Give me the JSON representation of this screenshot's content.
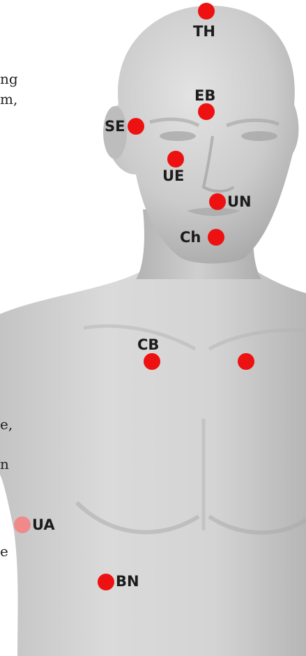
{
  "colors": {
    "point": "#ee1111",
    "point_faded": "#f08a8a",
    "skin_light": "#dcdcdc",
    "skin_mid": "#c8c8c8",
    "skin_dark": "#a9a9a9"
  },
  "points": {
    "th": {
      "label": "TH"
    },
    "eb": {
      "label": "EB"
    },
    "se": {
      "label": "SE"
    },
    "ue": {
      "label": "UE"
    },
    "un": {
      "label": "UN"
    },
    "ch": {
      "label": "Ch"
    },
    "cb": {
      "label": "CB"
    },
    "ua": {
      "label": "UA"
    },
    "bn": {
      "label": "BN"
    }
  },
  "margin_text": {
    "line1": "ng",
    "line2": "m,",
    "line3": "e,",
    "line4": "n",
    "line5": "e"
  }
}
